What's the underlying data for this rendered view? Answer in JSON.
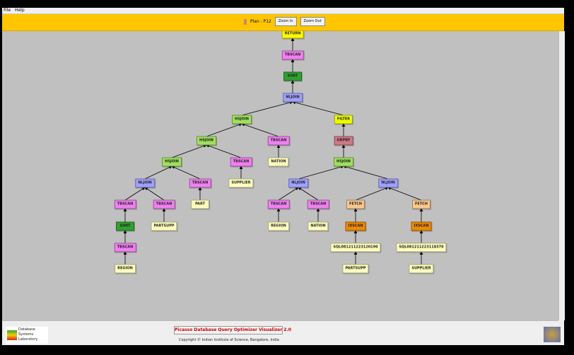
{
  "menu": [
    "File",
    "Help"
  ],
  "toolbar": {
    "plan_label": "Plan : P12",
    "zoom_in": "Zoom In",
    "zoom_out": "Zoom Out"
  },
  "footer": {
    "title": "Picasso Database Query Optimizer Visualizer 2.0",
    "copyright": "Copyright © Indian Institute of Science, Bangalore, India",
    "logo_text": "Database Systems Laboratory"
  },
  "colors": {
    "RETURN": "#ffff00",
    "TBSCAN": "#f080f0",
    "SORT": "#30a030",
    "NLJOIN": "#a0a0ff",
    "HSJOIN": "#a0e060",
    "FILTER": "#f0ff00",
    "GRPBY": "#d07888",
    "FETCH": "#f8c890",
    "IXSCAN": "#ee8800",
    "TABLE": "#ffffc0"
  },
  "nodes": [
    {
      "label": "RETURN",
      "type": "RETURN",
      "parent": null
    },
    {
      "label": "TBSCAN",
      "type": "TBSCAN",
      "parent": 0
    },
    {
      "label": "SORT",
      "type": "SORT",
      "parent": 1
    },
    {
      "label": "NLJOIN",
      "type": "NLJOIN",
      "parent": 2
    },
    {
      "label": "HSJOIN",
      "type": "HSJOIN",
      "parent": 3
    },
    {
      "label": "FILTER",
      "type": "FILTER",
      "parent": 3
    },
    {
      "label": "HSJOIN",
      "type": "HSJOIN",
      "parent": 4
    },
    {
      "label": "TBSCAN",
      "type": "TBSCAN",
      "parent": 4
    },
    {
      "label": "GRPBY",
      "type": "GRPBY",
      "parent": 5
    },
    {
      "label": "HSJOIN",
      "type": "HSJOIN",
      "parent": 6
    },
    {
      "label": "TBSCAN",
      "type": "TBSCAN",
      "parent": 6
    },
    {
      "label": "NATION",
      "type": "TABLE",
      "parent": 7
    },
    {
      "label": "HSJOIN",
      "type": "HSJOIN",
      "parent": 8
    },
    {
      "label": "NLJOIN",
      "type": "NLJOIN",
      "parent": 9
    },
    {
      "label": "TBSCAN",
      "type": "TBSCAN",
      "parent": 9
    },
    {
      "label": "SUPPLIER",
      "type": "TABLE",
      "parent": 10
    },
    {
      "label": "NLJOIN",
      "type": "NLJOIN",
      "parent": 12
    },
    {
      "label": "NLJOIN",
      "type": "NLJOIN",
      "parent": 12
    },
    {
      "label": "TBSCAN",
      "type": "TBSCAN",
      "parent": 13
    },
    {
      "label": "TBSCAN",
      "type": "TBSCAN",
      "parent": 13
    },
    {
      "label": "PART",
      "type": "TABLE",
      "parent": 14
    },
    {
      "label": "TBSCAN",
      "type": "TBSCAN",
      "parent": 16
    },
    {
      "label": "TBSCAN",
      "type": "TBSCAN",
      "parent": 16
    },
    {
      "label": "FETCH",
      "type": "FETCH",
      "parent": 17
    },
    {
      "label": "FETCH",
      "type": "FETCH",
      "parent": 17
    },
    {
      "label": "SORT",
      "type": "SORT",
      "parent": 18
    },
    {
      "label": "PARTSUPP",
      "type": "TABLE",
      "parent": 19
    },
    {
      "label": "REGION",
      "type": "TABLE",
      "parent": 21
    },
    {
      "label": "NATION",
      "type": "TABLE",
      "parent": 22
    },
    {
      "label": "IXSCAN",
      "type": "IXSCAN",
      "parent": 23
    },
    {
      "label": "IXSCAN",
      "type": "IXSCAN",
      "parent": 24
    },
    {
      "label": "TBSCAN",
      "type": "TBSCAN",
      "parent": 25
    },
    {
      "label": "SQL081211223120190",
      "type": "TABLE",
      "parent": 29
    },
    {
      "label": "SQL081211223118370",
      "type": "TABLE",
      "parent": 30
    },
    {
      "label": "REGION",
      "type": "TABLE",
      "parent": 31
    },
    {
      "label": "PARTSUPP",
      "type": "TABLE",
      "parent": 32
    },
    {
      "label": "SUPPLIER",
      "type": "TABLE",
      "parent": 33
    }
  ]
}
